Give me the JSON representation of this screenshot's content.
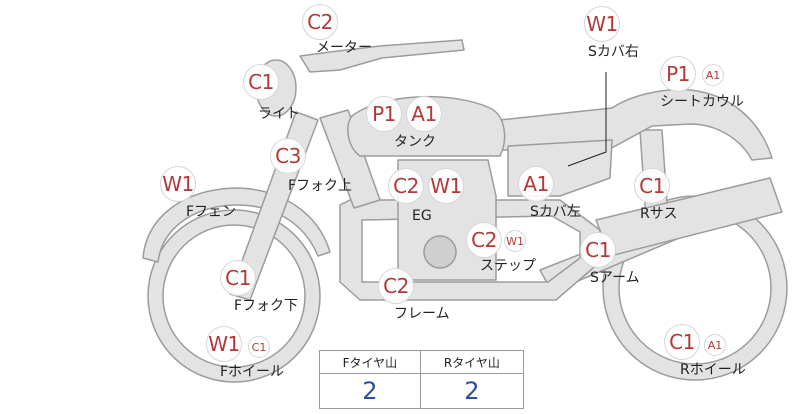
{
  "colors": {
    "part_fill": "#e3e3e3",
    "part_stroke": "#9c9c9c",
    "code_text": "#b03a3a",
    "tread_value": "#2b4fa0"
  },
  "parts": [
    {
      "id": "meter",
      "label": "メーター",
      "codes": [
        "C2"
      ]
    },
    {
      "id": "s-cover-r",
      "label": "Sカバ右",
      "codes": [
        "W1"
      ]
    },
    {
      "id": "light",
      "label": "ライト",
      "codes": [
        "C1"
      ]
    },
    {
      "id": "tank",
      "label": "タンク",
      "codes": [
        "P1",
        "A1"
      ]
    },
    {
      "id": "seat-cowl",
      "label": "シートカウル",
      "codes": [
        "P1",
        "A1"
      ]
    },
    {
      "id": "f-fork-up",
      "label": "Fフォク上",
      "codes": [
        "C3"
      ]
    },
    {
      "id": "f-fender",
      "label": "Fフェン",
      "codes": [
        "W1"
      ]
    },
    {
      "id": "eg",
      "label": "EG",
      "codes": [
        "C2",
        "W1"
      ]
    },
    {
      "id": "s-cover-l",
      "label": "Sカバ左",
      "codes": [
        "A1"
      ]
    },
    {
      "id": "r-sus",
      "label": "Rサス",
      "codes": [
        "C1"
      ]
    },
    {
      "id": "step",
      "label": "ステップ",
      "codes": [
        "C2",
        "W1"
      ]
    },
    {
      "id": "s-arm",
      "label": "Sアーム",
      "codes": [
        "C1"
      ]
    },
    {
      "id": "f-fork-low",
      "label": "Fフォク下",
      "codes": [
        "C1"
      ]
    },
    {
      "id": "frame",
      "label": "フレーム",
      "codes": [
        "C2"
      ]
    },
    {
      "id": "f-wheel",
      "label": "Fホイール",
      "codes": [
        "W1",
        "C1"
      ]
    },
    {
      "id": "r-wheel",
      "label": "Rホイール",
      "codes": [
        "C1",
        "A1"
      ]
    }
  ],
  "tire_table": {
    "headers": [
      "Fタイヤ山",
      "Rタイヤ山"
    ],
    "values": [
      "2",
      "2"
    ]
  }
}
